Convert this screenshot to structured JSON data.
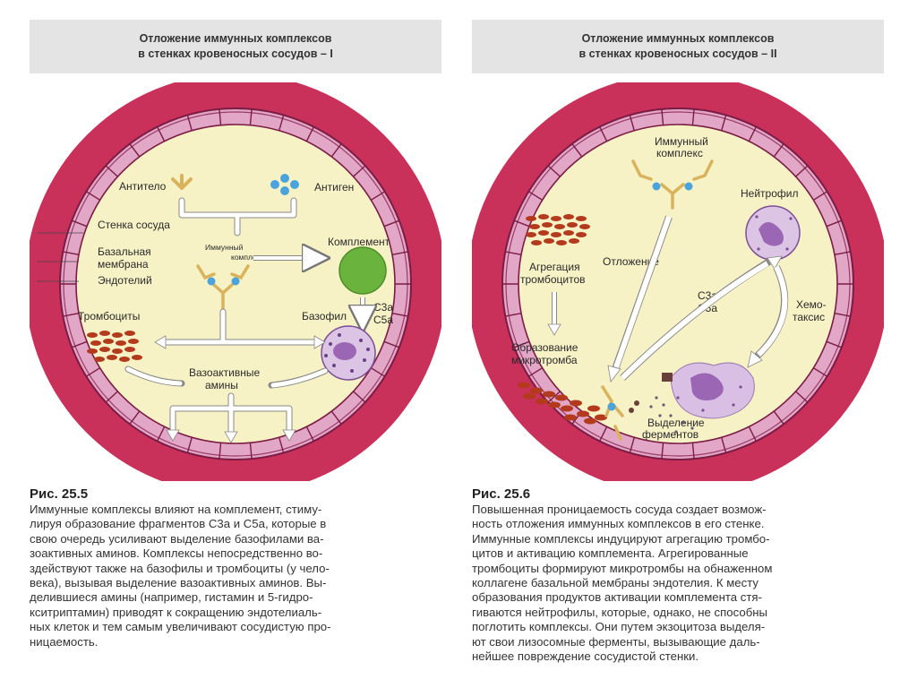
{
  "panel1": {
    "title_line1": "Отложение иммунных комплексов",
    "title_line2": "в стенках кровеносных сосудов – I",
    "labels": {
      "antibody": "Антитело",
      "antigen": "Антиген",
      "vessel_wall": "Стенка сосуда",
      "basal_membrane_1": "Базальная",
      "basal_membrane_2": "мембрана",
      "endothelium": "Эндотелий",
      "immune_complex_1": "Иммунный",
      "immune_complex_2": "комплекс",
      "complement": "Комплемент",
      "c3a": "C3a",
      "c5a": "C5a",
      "platelets": "Тромбоциты",
      "basophil": "Базофил",
      "vasoactive_1": "Вазоактивные",
      "vasoactive_2": "амины"
    },
    "caption_number": "Рис. 25.5",
    "caption_text": "Иммунные комплексы влияют на комплемент, стиму-\nлируя образование фрагментов C3a и C5a, которые в\nсвою очередь усиливают выделение базофилами ва-\nзоактивных аминов. Комплексы непосредственно во-\nздействуют также на базофилы и тромбоциты (у чело-\nвека), вызывая выделение вазоактивных аминов. Вы-\nделившиеся амины (например, гистамин и 5-гидро-\nкситриптамин) приводят к сокращению эндотелиаль-\nных клеток и тем самым увеличивают сосудистую про-\nницаемость."
  },
  "panel2": {
    "title_line1": "Отложение иммунных комплексов",
    "title_line2": "в стенках кровеносных сосудов – II",
    "labels": {
      "immune_complex_1": "Иммунный",
      "immune_complex_2": "комплекс",
      "neutrophil": "Нейтрофил",
      "aggregation_1": "Агрегация",
      "aggregation_2": "тромбоцитов",
      "deposition": "Отложение",
      "c3a": "C3a",
      "c5a": "C5a",
      "chemotaxis_1": "Хемо-",
      "chemotaxis_2": "таксис",
      "microthrombus_1": "Образование",
      "microthrombus_2": "микротромба",
      "enzymes_1": "Выделение",
      "enzymes_2": "ферментов"
    },
    "caption_number": "Рис. 25.6",
    "caption_text": "Повышенная проницаемость сосуда создает возмож-\nность отложения иммунных комплексов в его стенке.\nИммунные комплексы индуцируют агрегацию тромбо-\nцитов и активацию комплемента. Агрегированные\nтромбоциты формируют микротромбы на обнаженном\nколлагене базальной мембраны эндотелия. К месту\nобразования продуктов активации комплемента стя-\nгиваются нейтрофилы, которые, однако, не способны\nпоглотить комплексы. Они путем экзоцитоза выделя-\nют свои лизосомные ферменты, вызывающие даль-\nнейшее повреждение сосудистой стенки."
  },
  "colors": {
    "vessel_wall": "#c9305a",
    "endothelium": "#e2a6c6",
    "lumen": "#f7f2c6",
    "arrow": "#ffffff",
    "antigen": "#4aa3dd",
    "antibody": "#d9b25c",
    "complement": "#6ab43e",
    "platelet": "#b33a1c",
    "cell": "#b28ac6"
  },
  "icons": [
    "antibody-icon",
    "antigen-icon",
    "complement-icon",
    "basophil-icon",
    "platelet-icon",
    "neutrophil-icon"
  ]
}
